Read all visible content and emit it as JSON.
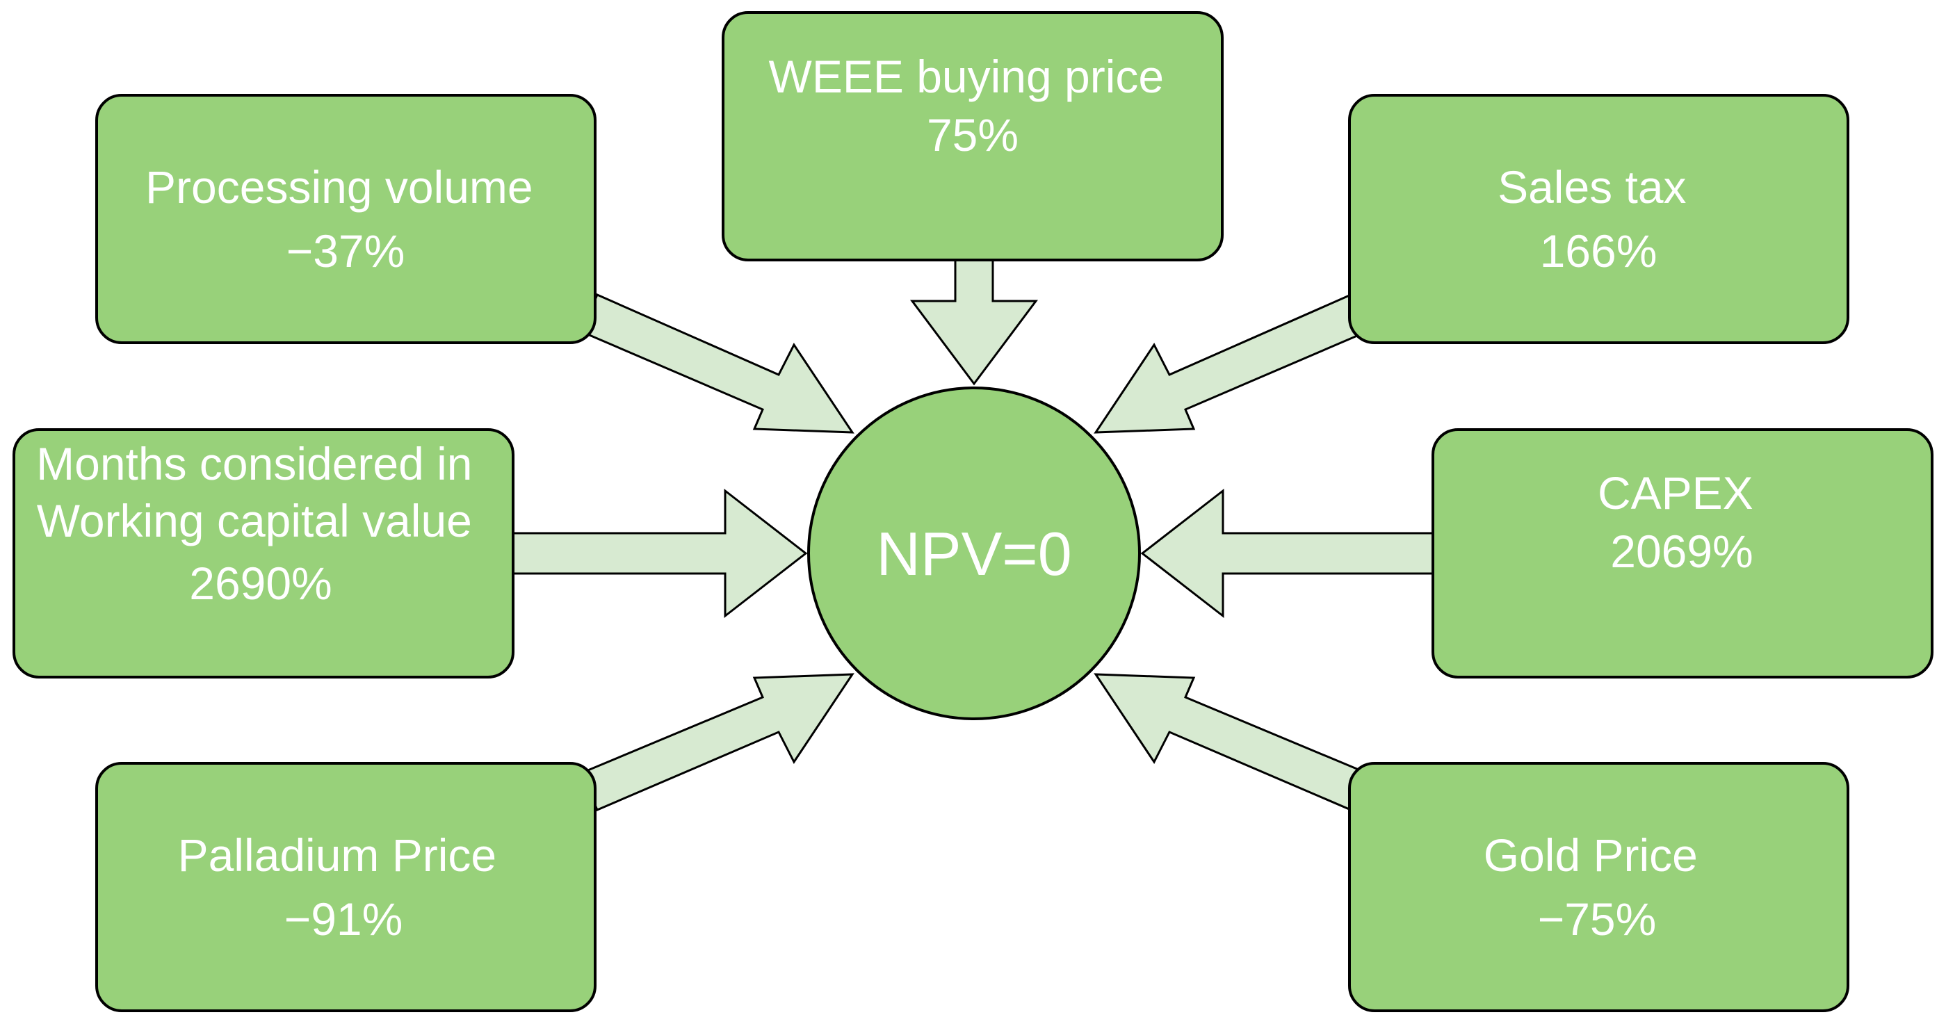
{
  "center": {
    "label": "NPV=0"
  },
  "factors": [
    {
      "id": "processing-volume",
      "lines": [
        "Processing volume",
        "−37%"
      ]
    },
    {
      "id": "weee-buying-price",
      "lines": [
        "WEEE buying price",
        "75%"
      ]
    },
    {
      "id": "sales-tax",
      "lines": [
        "Sales tax",
        "166%"
      ]
    },
    {
      "id": "working-capital-months",
      "lines": [
        "Months considered in",
        "Working capital value",
        "2690%"
      ]
    },
    {
      "id": "capex",
      "lines": [
        "CAPEX",
        "2069%"
      ]
    },
    {
      "id": "palladium-price",
      "lines": [
        "Palladium Price",
        "−91%"
      ]
    },
    {
      "id": "gold-price",
      "lines": [
        "Gold Price",
        "−75%"
      ]
    }
  ],
  "colors": {
    "box_fill": "#98d17a",
    "arrow_fill": "#d7ead1",
    "outline": "#000000",
    "text": "#ffffff"
  }
}
